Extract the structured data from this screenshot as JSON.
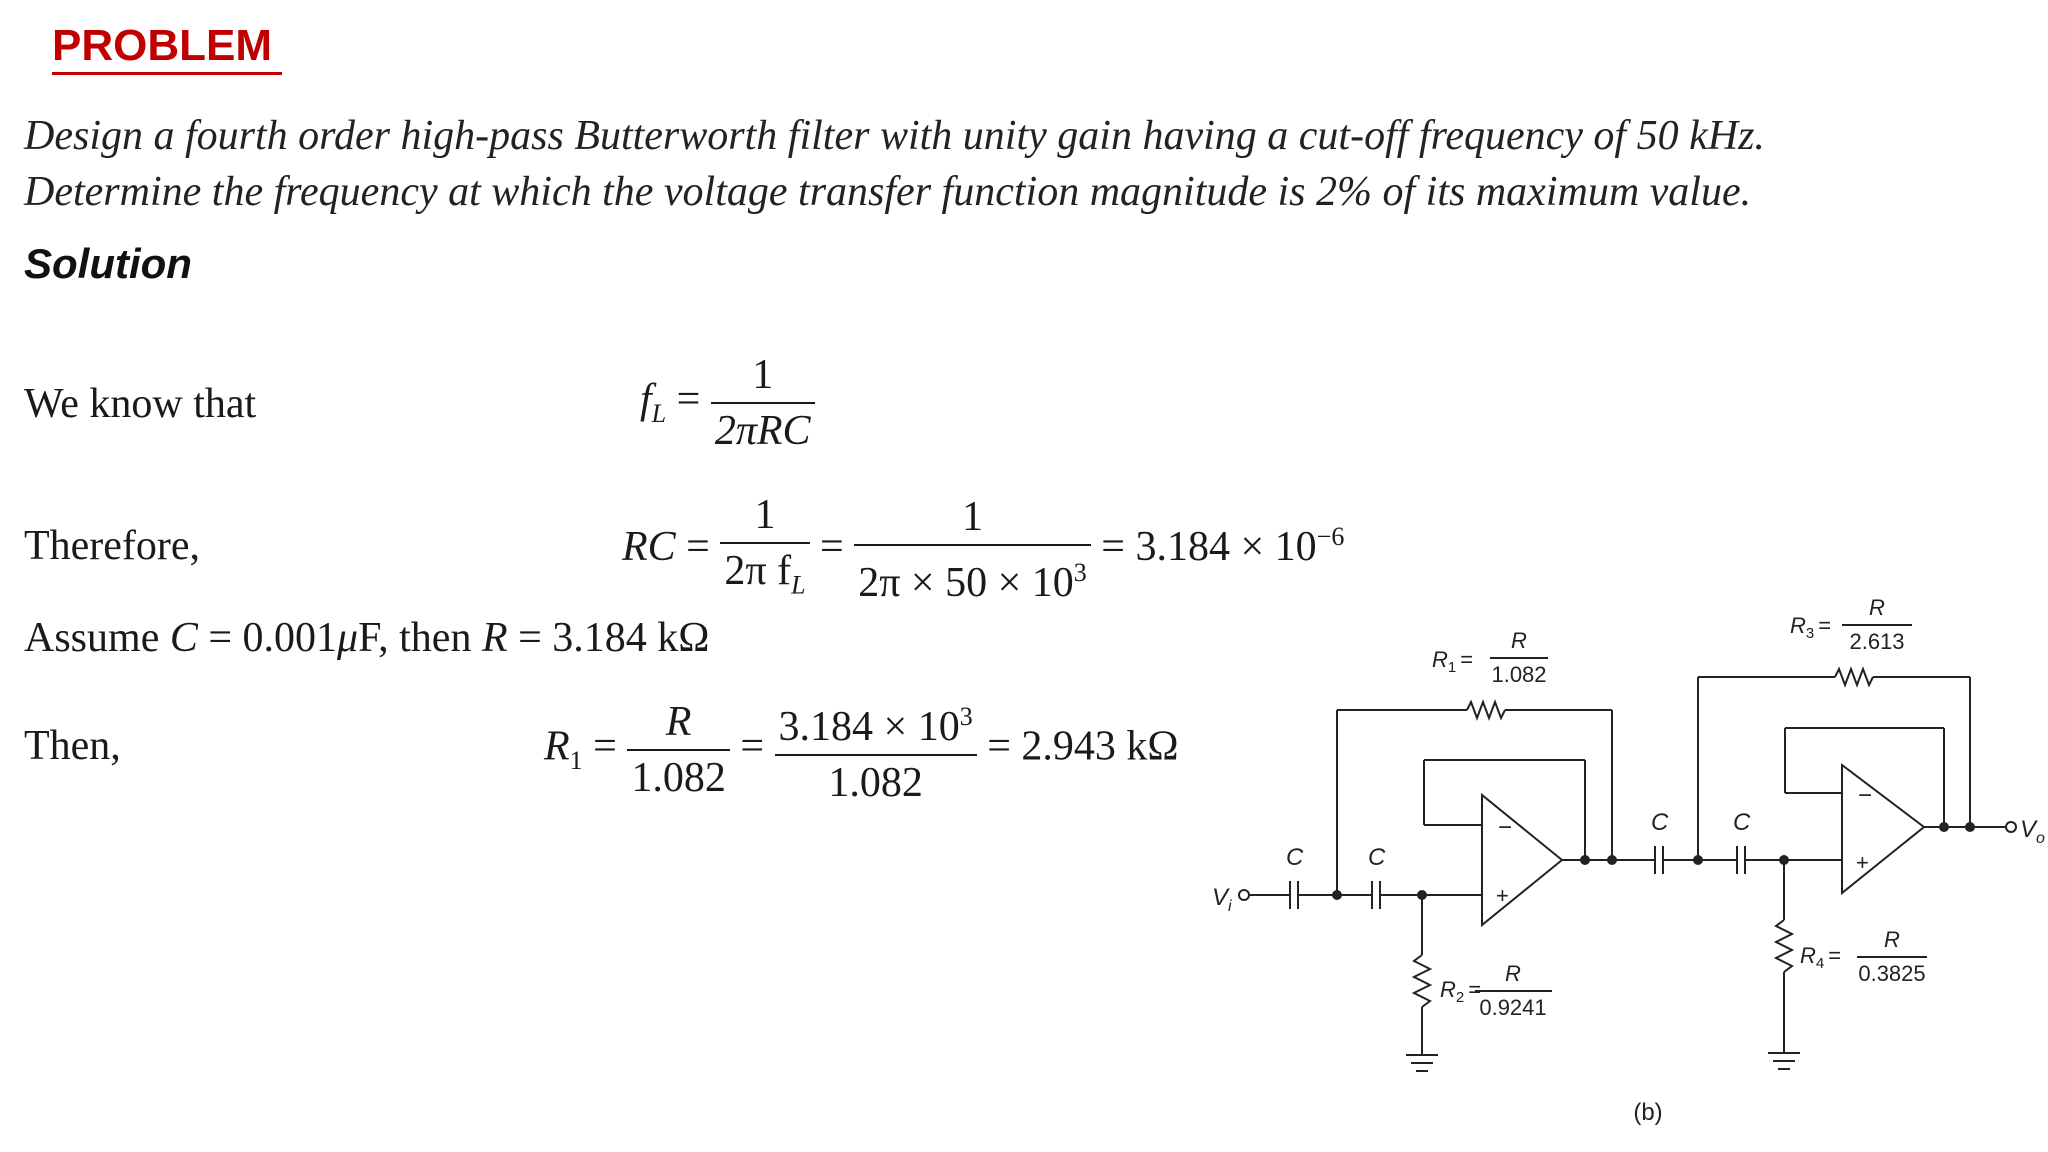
{
  "header": {
    "title": "PROBLEM"
  },
  "problem": {
    "line1": "Design a fourth order high-pass Butterworth filter with unity gain having a cut-off frequency of 50 kHz.",
    "line2": "Determine the frequency at which the voltage transfer function magnitude is 2% of its maximum value."
  },
  "solution": {
    "title": "Solution",
    "step1": {
      "label": "We know that",
      "lhs": "f",
      "lhs_sub": "L",
      "eq": "=",
      "num": "1",
      "den": "2πRC"
    },
    "step2": {
      "label": "Therefore,",
      "lhs": "RC",
      "eq": "=",
      "f1_num": "1",
      "f1_den": "2π f",
      "f1_den_sub": "L",
      "eq2": "=",
      "f2_num": "1",
      "f2_den": "2π × 50 × 10",
      "f2_den_sup": "3",
      "result": "= 3.184 × 10",
      "result_sup": "−6"
    },
    "step3": {
      "text1": "Assume ",
      "c_var": "C",
      "text2": " = 0.001",
      "mu": "μ",
      "text3": "F, then ",
      "r_var": "R",
      "text4": " = 3.184 kΩ"
    },
    "step4": {
      "label": "Then,",
      "lhs": "R",
      "lhs_sub": "1",
      "eq": "=",
      "f1_num": "R",
      "f1_den": "1.082",
      "eq2": "=",
      "f2_num": "3.184 × 10",
      "f2_num_sup": "3",
      "f2_den": "1.082",
      "result": "= 2.943 kΩ"
    }
  },
  "circuit": {
    "caption": "(b)",
    "input_label": "V",
    "input_sub": "i",
    "output_label": "V",
    "output_sub": "o",
    "cap_label": "C",
    "r1": {
      "name": "R",
      "sub": "1",
      "eq": "=",
      "num": "R",
      "den": "1.082"
    },
    "r2": {
      "name": "R",
      "sub": "2",
      "eq": "=",
      "num": "R",
      "den": "0.9241"
    },
    "r3": {
      "name": "R",
      "sub": "3",
      "eq": "=",
      "num": "R",
      "den": "2.613"
    },
    "r4": {
      "name": "R",
      "sub": "4",
      "eq": "=",
      "num": "R",
      "den": "0.3825"
    },
    "minus": "−",
    "plus": "+"
  }
}
